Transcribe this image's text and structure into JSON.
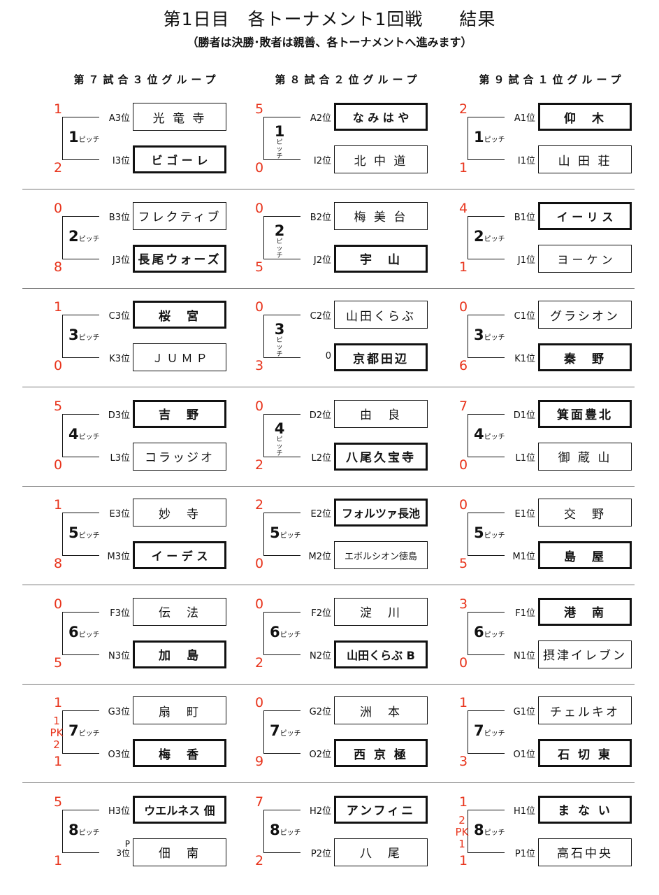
{
  "title": "第1日目　各トーナメント1回戦　　結果",
  "subtitle": "（勝者は決勝･敗者は親善、各トーナメントへ進みます）",
  "columns": [
    {
      "heading": "第７試合３位グループ",
      "matches": [
        {
          "pitch": "1",
          "pitch_suffix": "ピッチ",
          "score_top": "1",
          "score_bottom": "2",
          "rank_top": "A3位",
          "team_top": "光 竜 寺",
          "win_top": false,
          "rank_bottom": "I3位",
          "team_bottom": "ビ ゴ ー レ",
          "win_bottom": true
        },
        {
          "pitch": "2",
          "pitch_suffix": "ピッチ",
          "score_top": "0",
          "score_bottom": "8",
          "rank_top": "B3位",
          "team_top": "フレクティブ",
          "win_top": false,
          "rank_bottom": "J3位",
          "team_bottom": "長尾ウォーズ",
          "win_bottom": true
        },
        {
          "pitch": "3",
          "pitch_suffix": "ピッチ",
          "score_top": "1",
          "score_bottom": "0",
          "rank_top": "C3位",
          "team_top": "桜　宮",
          "win_top": true,
          "rank_bottom": "K3位",
          "team_bottom": "Ｊ Ｕ Ｍ Ｐ",
          "win_bottom": false
        },
        {
          "pitch": "4",
          "pitch_suffix": "ピッチ",
          "score_top": "5",
          "score_bottom": "0",
          "rank_top": "D3位",
          "team_top": "吉　野",
          "win_top": true,
          "rank_bottom": "L3位",
          "team_bottom": "コラッジオ",
          "win_bottom": false
        },
        {
          "pitch": "5",
          "pitch_suffix": "ピッチ",
          "score_top": "1",
          "score_bottom": "8",
          "rank_top": "E3位",
          "team_top": "妙　寺",
          "win_top": false,
          "rank_bottom": "M3位",
          "team_bottom": "イ ー デ ス",
          "win_bottom": true
        },
        {
          "pitch": "6",
          "pitch_suffix": "ピッチ",
          "score_top": "0",
          "score_bottom": "5",
          "rank_top": "F3位",
          "team_top": "伝　法",
          "win_top": false,
          "rank_bottom": "N3位",
          "team_bottom": "加　島",
          "win_bottom": true
        },
        {
          "pitch": "7",
          "pitch_suffix": "ピッチ",
          "score_top": "1",
          "score_bottom": "1",
          "pk": {
            "top": "1",
            "label": "PK",
            "bottom": "2"
          },
          "rank_top": "G3位",
          "team_top": "扇　町",
          "win_top": false,
          "rank_bottom": "O3位",
          "team_bottom": "梅　香",
          "win_bottom": true
        },
        {
          "pitch": "8",
          "pitch_suffix": "ピッチ",
          "score_top": "5",
          "score_bottom": "1",
          "rank_top": "H3位",
          "team_top": "ウエルネス 佃",
          "win_top": true,
          "rank_bottom": "P\n3位",
          "team_bottom": "佃　南",
          "win_bottom": false
        }
      ]
    },
    {
      "heading": "第８試合２位グループ",
      "matches": [
        {
          "pitch": "1",
          "pitch_suffix": "ピッチ",
          "vertical": true,
          "score_top": "5",
          "score_bottom": "0",
          "rank_top": "A2位",
          "team_top": "な み は や",
          "win_top": true,
          "rank_bottom": "I2位",
          "team_bottom": "北 中 道",
          "win_bottom": false
        },
        {
          "pitch": "2",
          "pitch_suffix": "ピッチ",
          "vertical": true,
          "score_top": "0",
          "score_bottom": "5",
          "rank_top": "B2位",
          "team_top": "梅 美 台",
          "win_top": false,
          "rank_bottom": "J2位",
          "team_bottom": "宇　山",
          "win_bottom": true
        },
        {
          "pitch": "3",
          "pitch_suffix": "ピッチ",
          "vertical": true,
          "score_top": "0",
          "score_bottom": "3",
          "rank_top": "C2位",
          "team_top": "山田くらぶ",
          "win_top": false,
          "rank_bottom": "0",
          "team_bottom": "京都田辺",
          "win_bottom": true
        },
        {
          "pitch": "4",
          "pitch_suffix": "ピッチ",
          "vertical": true,
          "score_top": "0",
          "score_bottom": "2",
          "rank_top": "D2位",
          "team_top": "由　良",
          "win_top": false,
          "rank_bottom": "L2位",
          "team_bottom": "八尾久宝寺",
          "win_bottom": true
        },
        {
          "pitch": "5",
          "pitch_suffix": "ピッチ",
          "score_top": "2",
          "score_bottom": "0",
          "rank_top": "E2位",
          "team_top": "フォルツァ長池",
          "win_top": true,
          "rank_bottom": "M2位",
          "team_bottom": "エボルシオン徳島",
          "win_bottom": false
        },
        {
          "pitch": "6",
          "pitch_suffix": "ピッチ",
          "score_top": "0",
          "score_bottom": "2",
          "rank_top": "F2位",
          "team_top": "淀　川",
          "win_top": false,
          "rank_bottom": "N2位",
          "team_bottom": "山田くらぶ B",
          "win_bottom": true
        },
        {
          "pitch": "7",
          "pitch_suffix": "ピッチ",
          "score_top": "0",
          "score_bottom": "9",
          "rank_top": "G2位",
          "team_top": "洲　本",
          "win_top": false,
          "rank_bottom": "O2位",
          "team_bottom": "西 京 極",
          "win_bottom": true
        },
        {
          "pitch": "8",
          "pitch_suffix": "ピッチ",
          "score_top": "7",
          "score_bottom": "2",
          "rank_top": "H2位",
          "team_top": "アンフィニ",
          "win_top": true,
          "rank_bottom": "P2位",
          "team_bottom": "八　尾",
          "win_bottom": false
        }
      ]
    },
    {
      "heading": "第９試合１位グループ",
      "matches": [
        {
          "pitch": "1",
          "pitch_suffix": "ピッチ",
          "score_top": "2",
          "score_bottom": "1",
          "rank_top": "A1位",
          "team_top": "仰　木",
          "win_top": true,
          "rank_bottom": "I1位",
          "team_bottom": "山 田 荘",
          "win_bottom": false
        },
        {
          "pitch": "2",
          "pitch_suffix": "ピッチ",
          "score_top": "4",
          "score_bottom": "1",
          "rank_top": "B1位",
          "team_top": "イ ー リ ス",
          "win_top": true,
          "rank_bottom": "J1位",
          "team_bottom": "ヨ ー ケ ン",
          "win_bottom": false
        },
        {
          "pitch": "3",
          "pitch_suffix": "ピッチ",
          "score_top": "0",
          "score_bottom": "6",
          "rank_top": "C1位",
          "team_top": "グラシオン",
          "win_top": false,
          "rank_bottom": "K1位",
          "team_bottom": "秦　野",
          "win_bottom": true
        },
        {
          "pitch": "4",
          "pitch_suffix": "ピッチ",
          "score_top": "7",
          "score_bottom": "0",
          "rank_top": "D1位",
          "team_top": "箕面豊北",
          "win_top": true,
          "rank_bottom": "L1位",
          "team_bottom": "御 蔵 山",
          "win_bottom": false
        },
        {
          "pitch": "5",
          "pitch_suffix": "ピッチ",
          "score_top": "0",
          "score_bottom": "5",
          "rank_top": "E1位",
          "team_top": "交　野",
          "win_top": false,
          "rank_bottom": "M1位",
          "team_bottom": "島　屋",
          "win_bottom": true
        },
        {
          "pitch": "6",
          "pitch_suffix": "ピッチ",
          "score_top": "3",
          "score_bottom": "0",
          "rank_top": "F1位",
          "team_top": "港　南",
          "win_top": true,
          "rank_bottom": "N1位",
          "team_bottom": "摂津イレブン",
          "win_bottom": false
        },
        {
          "pitch": "7",
          "pitch_suffix": "ピッチ",
          "score_top": "1",
          "score_bottom": "3",
          "rank_top": "G1位",
          "team_top": "チェルキオ",
          "win_top": false,
          "rank_bottom": "O1位",
          "team_bottom": "石 切 東",
          "win_bottom": true
        },
        {
          "pitch": "8",
          "pitch_suffix": "ピッチ",
          "score_top": "1",
          "score_bottom": "1",
          "pk": {
            "top": "2",
            "label": "PK",
            "bottom": "1"
          },
          "rank_top": "H1位",
          "team_top": "ま な い",
          "win_top": true,
          "rank_bottom": "P1位",
          "team_bottom": "高石中央",
          "win_bottom": false
        }
      ]
    }
  ]
}
